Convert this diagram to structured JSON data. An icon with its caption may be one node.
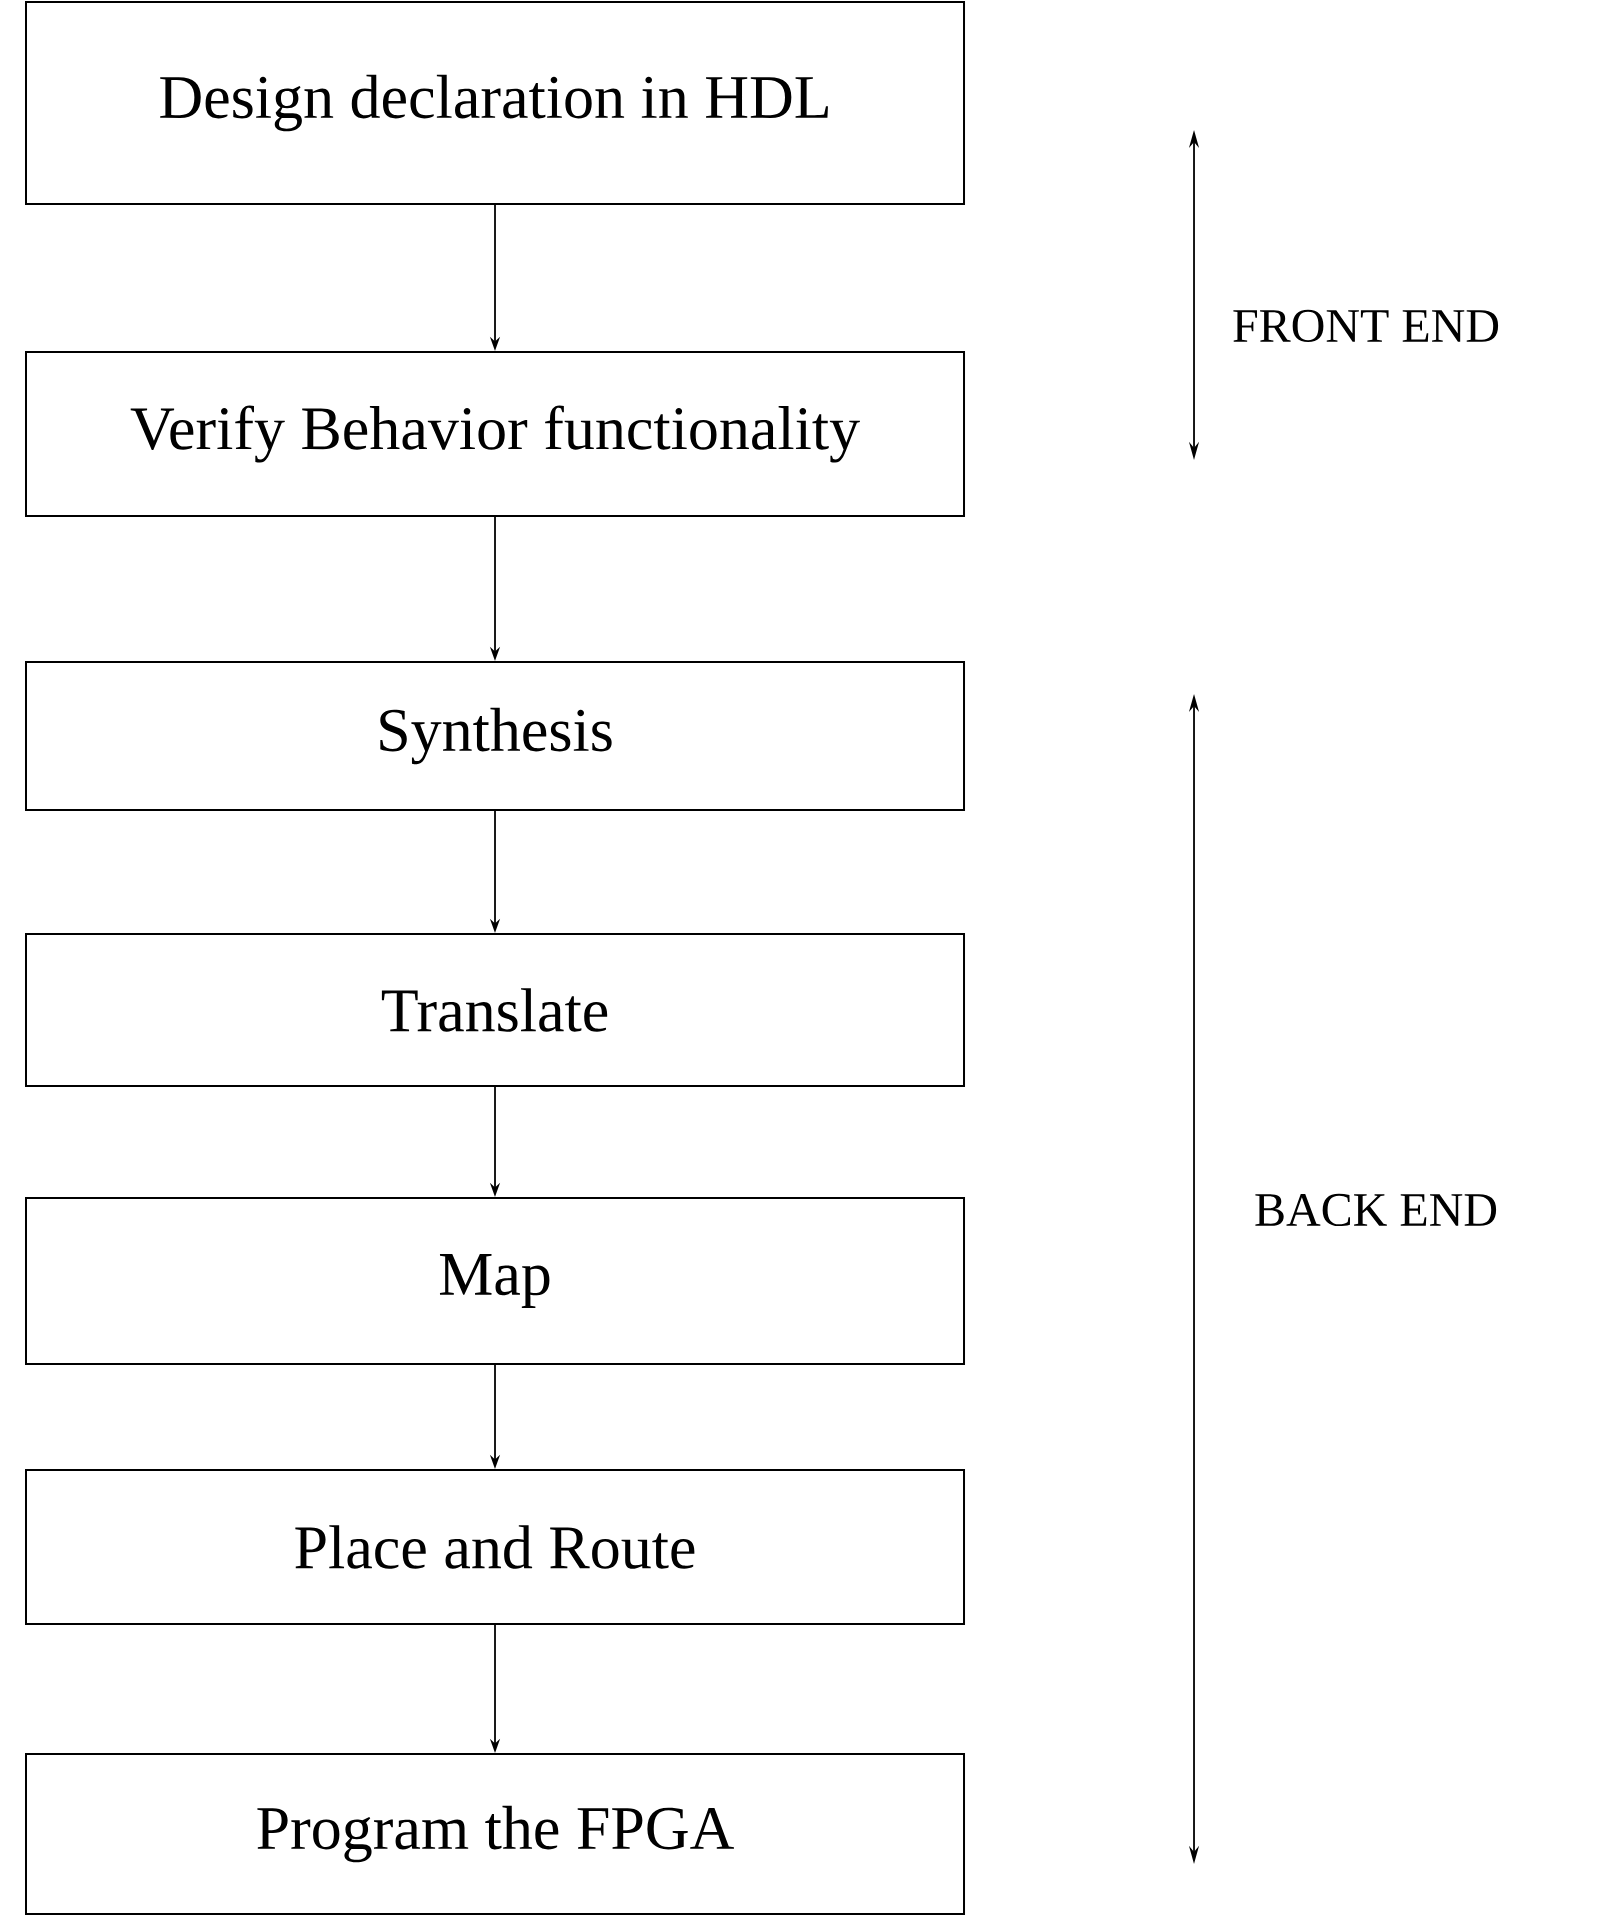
{
  "diagram": {
    "nodes": [
      {
        "text": [
          "Design declaration in HDL"
        ]
      },
      {
        "text": [
          "Verify Behavior functionality"
        ]
      },
      {
        "text": [
          "Synthesis"
        ]
      },
      {
        "text": [
          "Translate"
        ]
      },
      {
        "text": [
          "Map"
        ]
      },
      {
        "text": [
          "Place and Route"
        ]
      },
      {
        "text": [
          "Program the FPGA"
        ]
      }
    ],
    "edges": [
      {
        "from": 0,
        "to": 1,
        "arrow": "to"
      },
      {
        "from": 1,
        "to": 2,
        "arrow": "to"
      },
      {
        "from": 2,
        "to": 3,
        "arrow": "to"
      },
      {
        "from": 3,
        "to": 4,
        "arrow": "to"
      },
      {
        "from": 4,
        "to": 5,
        "arrow": "to"
      },
      {
        "from": 5,
        "to": 6,
        "arrow": "to"
      }
    ],
    "labels": [
      "FRONT END",
      "BACK END"
    ]
  }
}
